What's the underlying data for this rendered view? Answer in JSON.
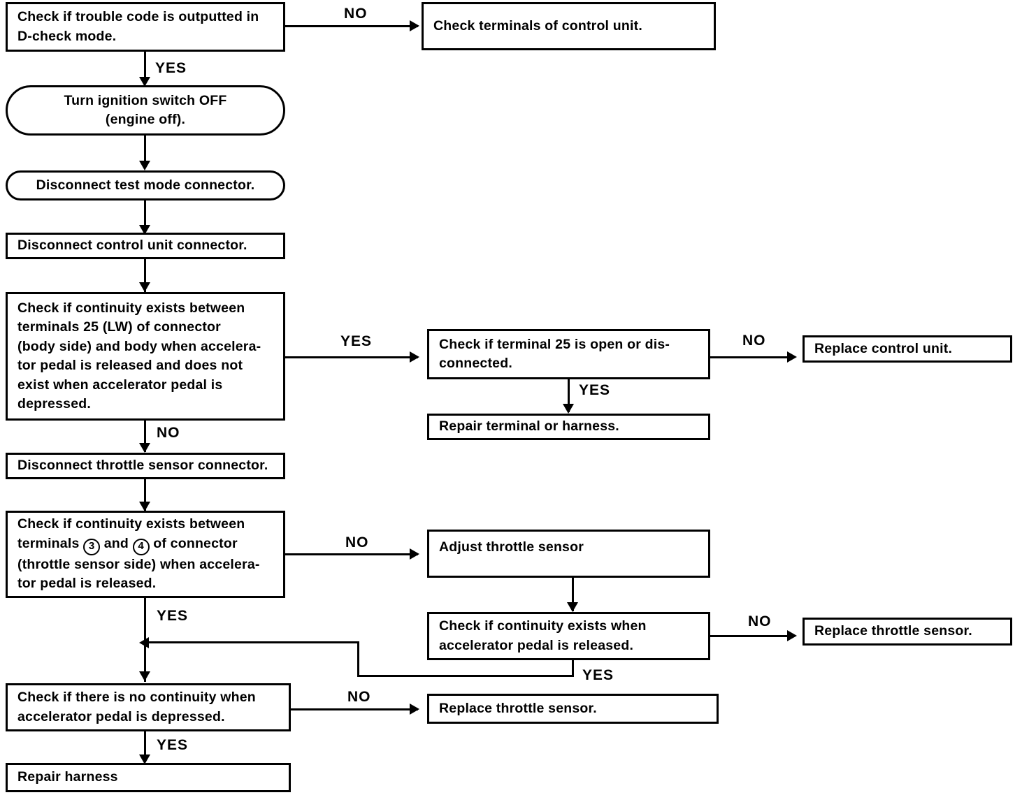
{
  "diagram": {
    "title": "Throttle sensor / control unit trouble-code diagnostic flowchart",
    "line_color": "#000000",
    "background": "#ffffff"
  },
  "nodes": {
    "n1": {
      "text": "Check if trouble code is outputted in\nD-check mode."
    },
    "n2": {
      "text": "Check terminals of control unit."
    },
    "n3": {
      "text": "Turn ignition switch OFF\n(engine off)."
    },
    "n4": {
      "text": "Disconnect test mode connector."
    },
    "n5": {
      "text": "Disconnect control unit connector."
    },
    "n6": {
      "text": "Check if continuity exists between\nterminals 25 (LW) of connector\n(body side) and body when accelera-\ntor pedal is released and does not\nexist when accelerator pedal is\ndepressed."
    },
    "n7": {
      "text": "Check if terminal 25 is open or dis-\nconnected."
    },
    "n8": {
      "text": "Replace control unit."
    },
    "n9": {
      "text": "Repair terminal or harness."
    },
    "n10": {
      "text": "Disconnect throttle sensor connector."
    },
    "n11": {
      "text_before": "Check if continuity exists between\nterminals ",
      "term_a": "3",
      "text_mid": " and ",
      "term_b": "4",
      "text_after": " of connector\n(throttle sensor side) when accelera-\ntor pedal is released."
    },
    "n12": {
      "text": "Adjust throttle sensor"
    },
    "n13": {
      "text": "Check if continuity exists when\naccelerator pedal is released."
    },
    "n14": {
      "text": "Replace throttle sensor."
    },
    "n15": {
      "text": "Check if there is no continuity when\naccelerator pedal is depressed."
    },
    "n16": {
      "text": "Replace throttle sensor."
    },
    "n17": {
      "text": "Repair  harness"
    }
  },
  "edge_labels": {
    "e1_no": "NO",
    "e1_yes": "YES",
    "e6_yes": "YES",
    "e6_no": "NO",
    "e7_no": "NO",
    "e7_yes": "YES",
    "e11_no": "NO",
    "e11_yes": "YES",
    "e13_no": "NO",
    "e13_yes": "YES",
    "e15_no": "NO",
    "e15_yes": "YES"
  }
}
